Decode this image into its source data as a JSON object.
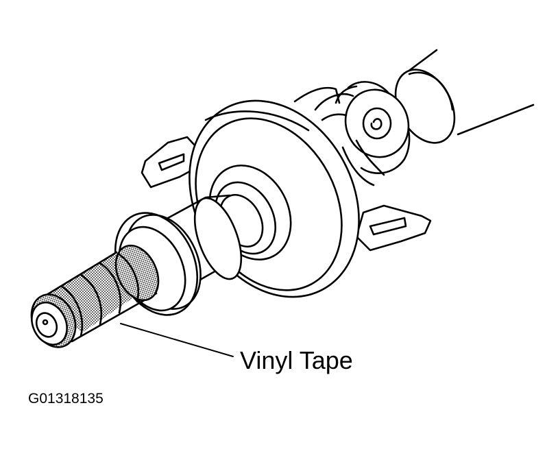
{
  "illustration": {
    "subject": "driveshaft-center-bearing-with-taped-spline",
    "ink_color": "#000000",
    "paper_color": "#ffffff"
  },
  "callout": {
    "label": "Vinyl Tape"
  },
  "figure_id": "G01318135"
}
